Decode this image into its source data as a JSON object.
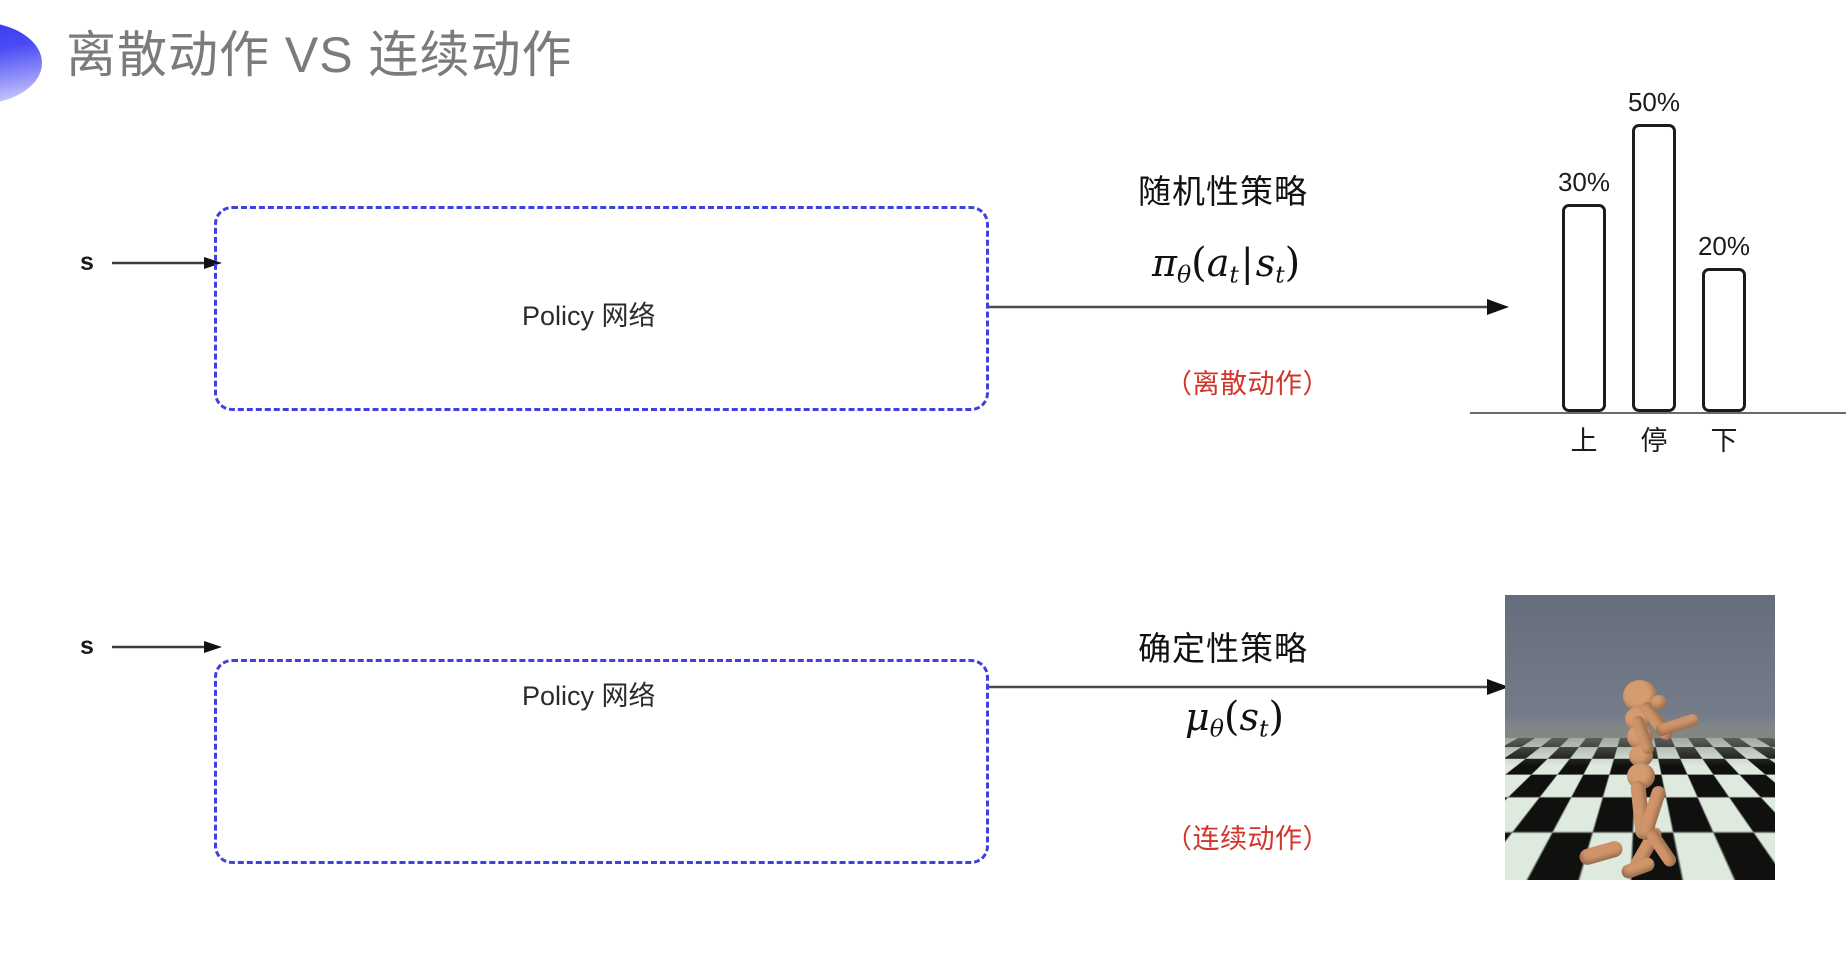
{
  "slide": {
    "title": "离散动作 VS 连续动作",
    "bullet_icon": "half-circle-gradient-icon",
    "accent_color": "#4040e0",
    "title_color": "#7b7b7b",
    "note_color": "#d2342a"
  },
  "rows": [
    {
      "id": "discrete",
      "input_label": "s",
      "box_label": "Policy 网络",
      "policy_kind": "随机性策略",
      "formula_plain": "πθ(at|st)",
      "formula": {
        "fn": "π",
        "fn_sub": "θ",
        "open": "(",
        "arg1": "a",
        "arg1_sub": "t",
        "bar": "|",
        "arg2": "s",
        "arg2_sub": "t",
        "close": ")"
      },
      "note": "（离散动作）",
      "output_kind": "bar-chart"
    },
    {
      "id": "continuous",
      "input_label": "s",
      "box_label": "Policy 网络",
      "policy_kind": "确定性策略",
      "formula_plain": "μθ(st)",
      "formula": {
        "fn": "μ",
        "fn_sub": "θ",
        "open": "(",
        "arg1": "s",
        "arg1_sub": "t",
        "close": ")"
      },
      "note": "（连续动作）",
      "output_kind": "humanoid-simulation-image"
    }
  ],
  "chart_data": {
    "type": "bar",
    "title": "",
    "xlabel": "",
    "ylabel": "",
    "categories": [
      "上",
      "停",
      "下"
    ],
    "values": [
      30,
      50,
      20
    ],
    "value_labels": [
      "30%",
      "50%",
      "20%"
    ],
    "ylim": [
      0,
      55
    ],
    "grid": false,
    "legend": "none",
    "bar_style": {
      "fill": "#ffffff",
      "stroke": "#1c1c1c",
      "rounded": true
    },
    "axis_color": "#6a6a6a"
  },
  "sim": {
    "scene_name": "mujoco-humanoid-checkerboard",
    "sky_color": "#6f7685",
    "floor_light": "#dfeade",
    "floor_dark": "#10110f",
    "body_color": "#cf9469"
  }
}
